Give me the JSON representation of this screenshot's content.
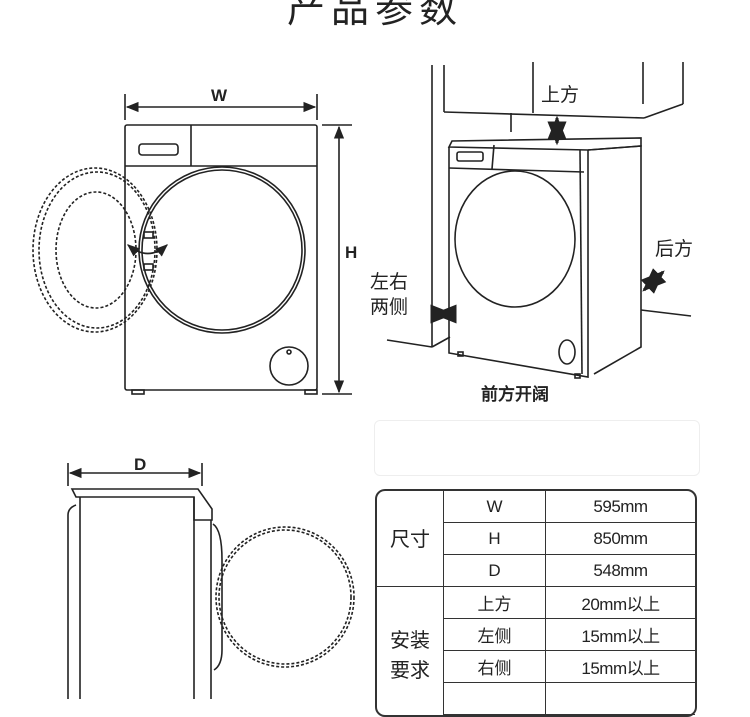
{
  "page": {
    "title": "产品参数"
  },
  "front_view": {
    "width_label": "W",
    "height_label": "H"
  },
  "install_view": {
    "top_label": "上方",
    "back_label": "后方",
    "sides_label_line1": "左右",
    "sides_label_line2": "两侧",
    "front_label": "前方开阔"
  },
  "side_view": {
    "depth_label": "D"
  },
  "spec_table": {
    "groups": [
      {
        "label": "尺寸",
        "rows": [
          {
            "key": "W",
            "value": "595mm"
          },
          {
            "key": "H",
            "value": "850mm"
          },
          {
            "key": "D",
            "value": "548mm"
          }
        ]
      },
      {
        "label_line1": "安装",
        "label_line2": "要求",
        "rows": [
          {
            "key": "上方",
            "value": "20mm以上"
          },
          {
            "key": "左侧",
            "value": "15mm以上"
          },
          {
            "key": "右侧",
            "value": "15mm以上"
          }
        ]
      }
    ]
  },
  "colors": {
    "line": "#222222",
    "table_border": "#333333"
  }
}
